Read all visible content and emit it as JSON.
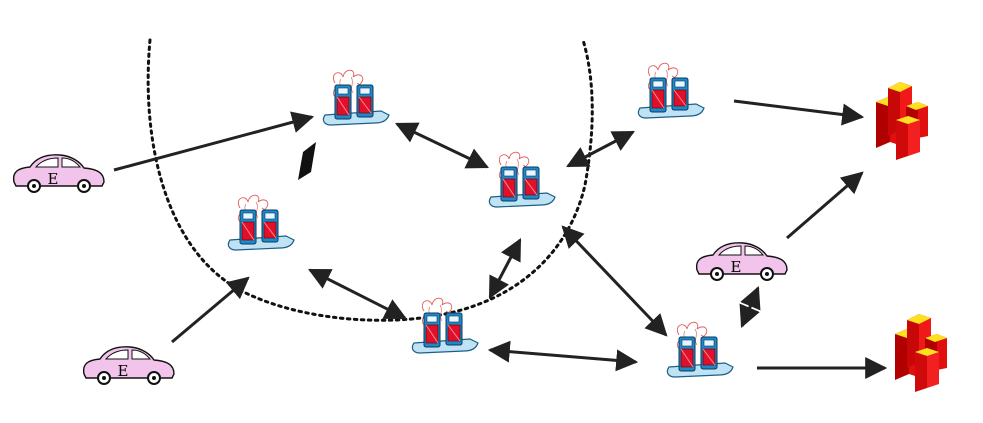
{
  "diagram": {
    "nodes": {
      "cars": [
        {
          "id": "car-left-top",
          "label": "E"
        },
        {
          "id": "car-left-bottom",
          "label": "E"
        },
        {
          "id": "car-right",
          "label": "E"
        }
      ],
      "stations": [
        {
          "id": "station-1"
        },
        {
          "id": "station-2"
        },
        {
          "id": "station-3"
        },
        {
          "id": "station-4"
        },
        {
          "id": "station-5"
        },
        {
          "id": "station-6"
        }
      ],
      "buildings": [
        {
          "id": "building-top"
        },
        {
          "id": "building-bottom"
        }
      ]
    },
    "colors": {
      "car_body": "#f2c4ec",
      "pump_blue": "#1e88c8",
      "pump_red": "#e0102a",
      "base_blue": "#bfe3f5",
      "building_red": "#e01010",
      "building_yellow": "#ffe020",
      "arrow": "#222222"
    }
  }
}
